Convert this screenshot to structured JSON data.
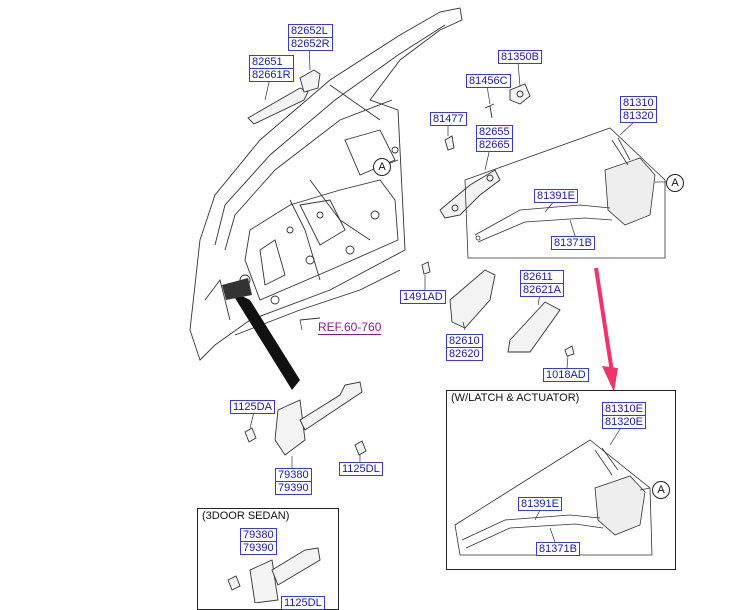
{
  "labels": {
    "l82652": "82652L",
    "l82652r": "82652R",
    "l82651": "82651",
    "l82661r": "82661R",
    "l81350b": "81350B",
    "l81456c": "81456C",
    "l81477": "81477",
    "l82655": "82655",
    "l82665": "82665",
    "l81310": "81310",
    "l81320": "81320",
    "l81391e": "81391E",
    "l81371b": "81371B",
    "l1491ad": "1491AD",
    "l82611": "82611",
    "l82621a": "82621A",
    "l82610": "82610",
    "l82620": "82620",
    "l1018ad": "1018AD",
    "l1125da": "1125DA",
    "l79380": "79380",
    "l79390": "79390",
    "l1125dl": "1125DL",
    "l81310e": "81310E",
    "l81320e": "81320E",
    "l81391e_b": "81391E",
    "l81371b_b": "81371B",
    "l79380_b": "79380",
    "l79390_b": "79390",
    "l1125dl_b": "1125DL"
  },
  "ref_label": "REF.60-760",
  "frames": {
    "latch_actuator": "(W/LATCH & ACTUATOR)",
    "three_door_sedan": "(3DOOR SEDAN)"
  },
  "callouts": {
    "a": "A"
  },
  "colors": {
    "label_text": "#1a1aa6",
    "label_border": "#3a3ad0",
    "ref_text": "#8b1a8b",
    "arrow": "#f0346a",
    "line": "#222222"
  }
}
